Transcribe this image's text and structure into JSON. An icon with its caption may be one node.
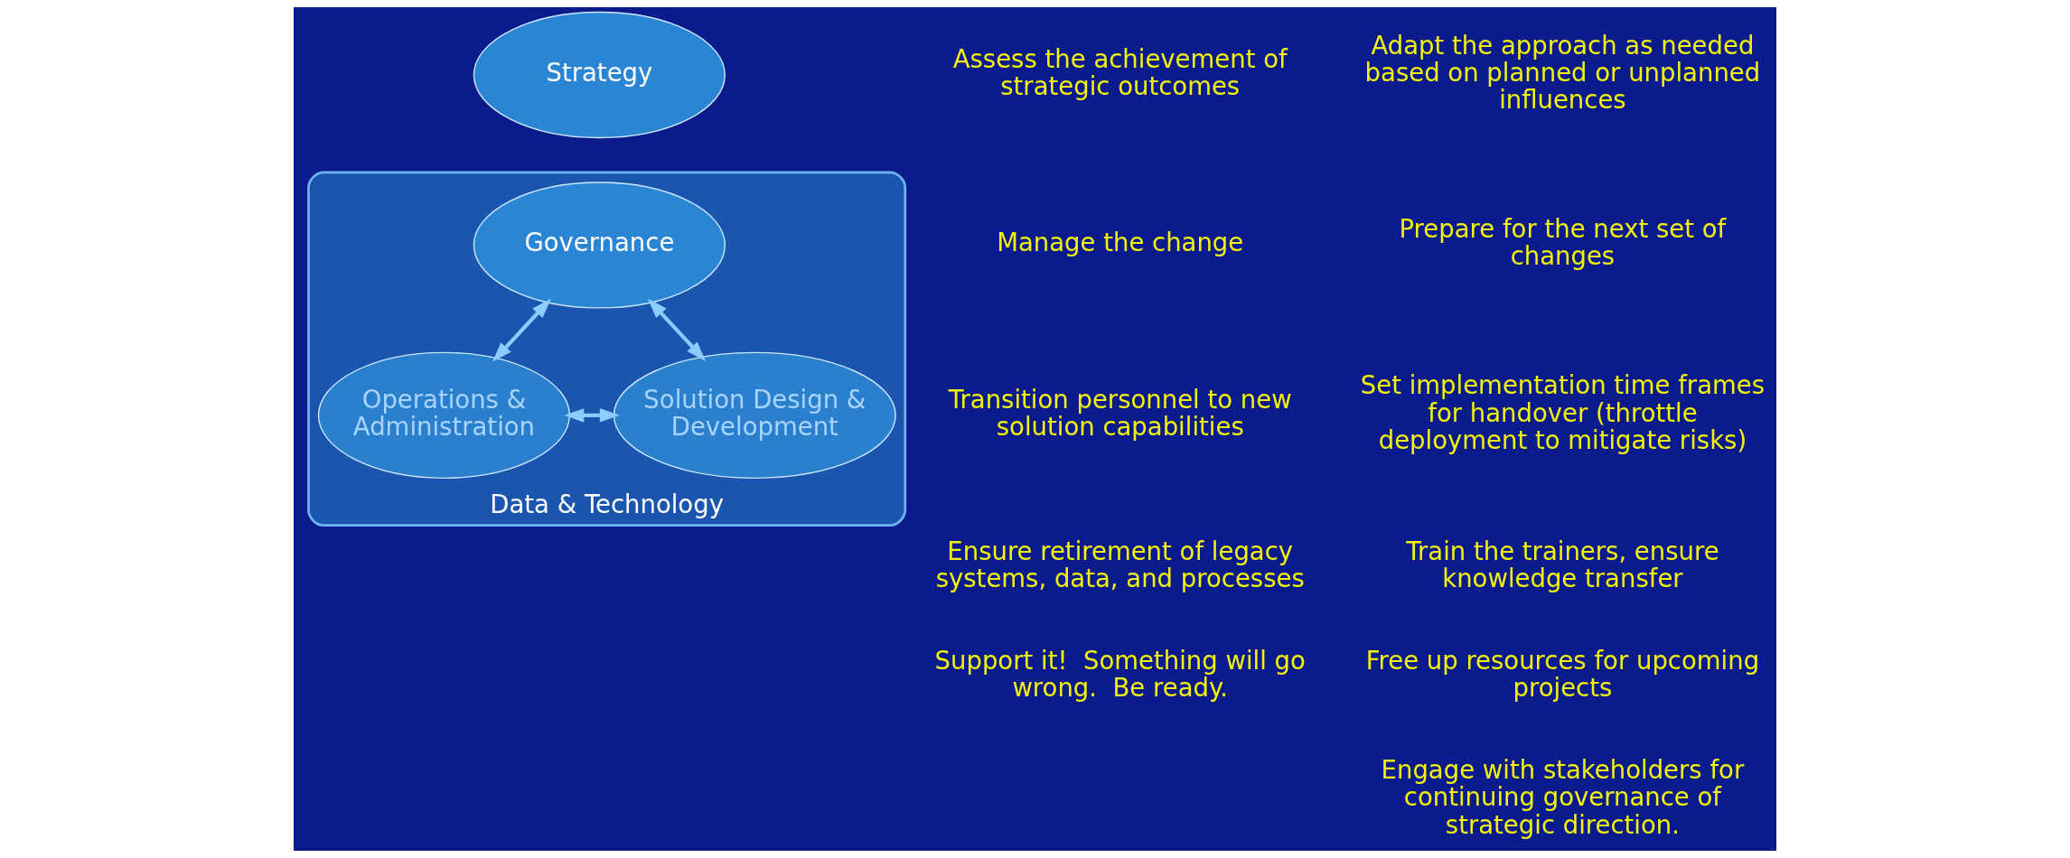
{
  "diagram": {
    "nodes": [
      {
        "text": [
          "Strategy"
        ]
      },
      {
        "text": [
          "Data & Technology"
        ]
      },
      {
        "text": [
          "Governance"
        ],
        "in": 1
      },
      {
        "text": [
          "Operations & Administration"
        ],
        "in": 1
      },
      {
        "text": [
          "Solution Design & Development"
        ],
        "in": 1
      }
    ],
    "edges": [
      {
        "from": 2,
        "to": 3,
        "arrow": "both"
      },
      {
        "from": 2,
        "to": 4,
        "arrow": "both"
      },
      {
        "from": 3,
        "to": 4,
        "arrow": "both"
      }
    ],
    "labels": [
      "Assess the achievement of strategic outcomes",
      "Adapt the approach as needed based on planned or unplanned influences",
      "Manage the change",
      "Prepare for the next set of changes",
      "Set implementation time frames for handover (throttle deployment to mitigate risks)",
      "Transition personnel to new solution capabilities",
      "Train the trainers, ensure knowledge transfer",
      "Ensure retirement of legacy systems, data, and processes",
      "Free up resources for upcoming projects",
      "Support it!  Something will go wrong.  Be ready.",
      "Engage with stakeholders for continuing governance of strategic direction."
    ]
  }
}
